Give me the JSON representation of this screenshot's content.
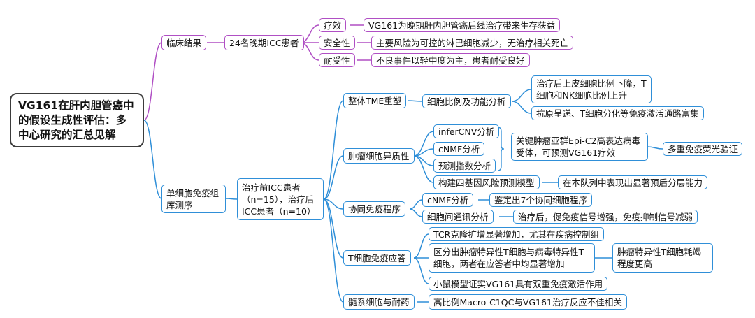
{
  "root": "VG161在肝内胆管癌中的假设生成性评估：多中心研究的汇总见解",
  "clinical": {
    "label": "临床结果",
    "cohort": "24名晚期ICC患者",
    "efficacy": {
      "label": "疗效",
      "detail": "VG161为晚期肝内胆管癌后线治疗带来生存获益"
    },
    "safety": {
      "label": "安全性",
      "detail": "主要风险为可控的淋巴细胞减少，无治疗相关死亡"
    },
    "tolerability": {
      "label": "耐受性",
      "detail": "不良事件以轻中度为主，患者耐受良好"
    }
  },
  "scrna": {
    "label": "单细胞免疫组库测序",
    "cohort": "治疗前ICC患者（n=15），治疗后ICC患者（n=10）",
    "tme": {
      "label": "整体TME重塑",
      "analysis": "细胞比例及功能分析",
      "finding1": "治疗后上皮细胞比例下降，T细胞和NK细胞比例上升",
      "finding2": "抗原呈递、T细胞分化等免疫激活通路富集"
    },
    "tumor": {
      "label": "肿瘤细胞异质性",
      "infercnv": "inferCNV分析",
      "cnmf": "cNMF分析",
      "index": "预测指数分析",
      "subgroup": "关键肿瘤亚群Epi-C2高表达病毒受体，可预测VG161疗效",
      "validation": "多重免疫荧光验证",
      "model": "构建四基因风险预测模型",
      "model_result": "在本队列中表现出显著预后分层能力"
    },
    "coimmune": {
      "label": "协同免疫程序",
      "cnmf": "cNMF分析",
      "cnmf_result": "鉴定出7个协同细胞程序",
      "comm": "细胞间通讯分析",
      "comm_result": "治疗后，促免疫信号增强，免疫抑制信号减弱"
    },
    "tcell": {
      "label": "T细胞免疫应答",
      "tcr": "TCR克隆扩增显著增加，尤其在疾病控制组",
      "specific": "区分出肿瘤特异性T细胞与病毒特异性T细胞，两者在应答者中均显著增加",
      "exhaustion": "肿瘤特异性T细胞耗竭程度更高",
      "mouse": "小鼠模型证实VG161具有双重免疫激活作用"
    },
    "myeloid": {
      "label": "髓系细胞与耐药",
      "macro": "高比例Macro-C1QC与VG161治疗反应不佳相关"
    }
  },
  "colors": {
    "clinical": "#b04fc4",
    "scrna": "#2f8fd8",
    "root_border": "#3c3c3c"
  }
}
